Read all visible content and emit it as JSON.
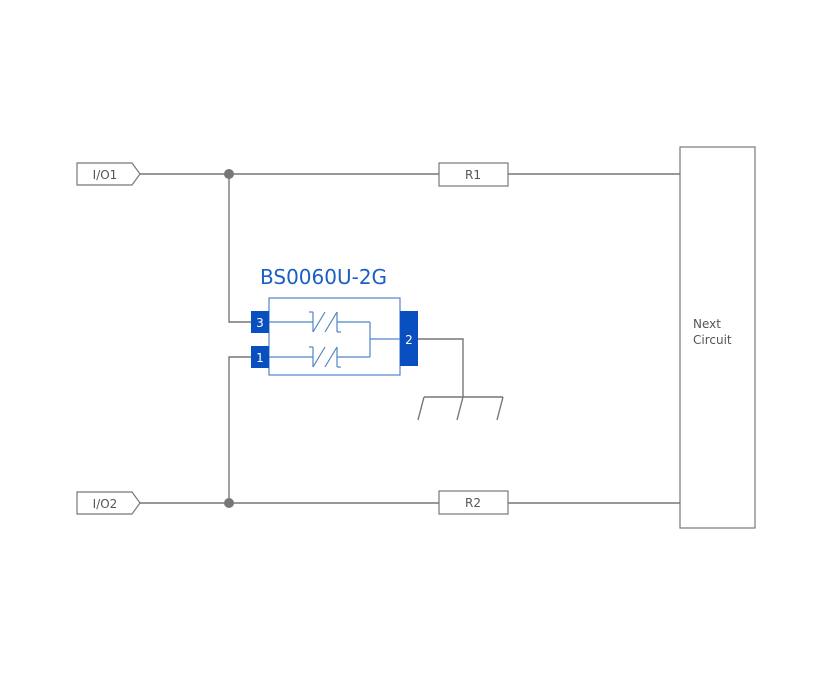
{
  "diagram": {
    "component_name": "BS0060U-2G",
    "ports": {
      "io1": "I/O1",
      "io2": "I/O2"
    },
    "resistors": {
      "r1": "R1",
      "r2": "R2"
    },
    "next_block": {
      "line1": "Next",
      "line2": "Circuit"
    },
    "pins": {
      "p3": "3",
      "p1": "1",
      "p2": "2"
    },
    "colors": {
      "accent": "#1a5fc4",
      "pin_fill": "#0a4fc0",
      "wire": "#777777",
      "component_outline": "#4f86c6"
    }
  }
}
